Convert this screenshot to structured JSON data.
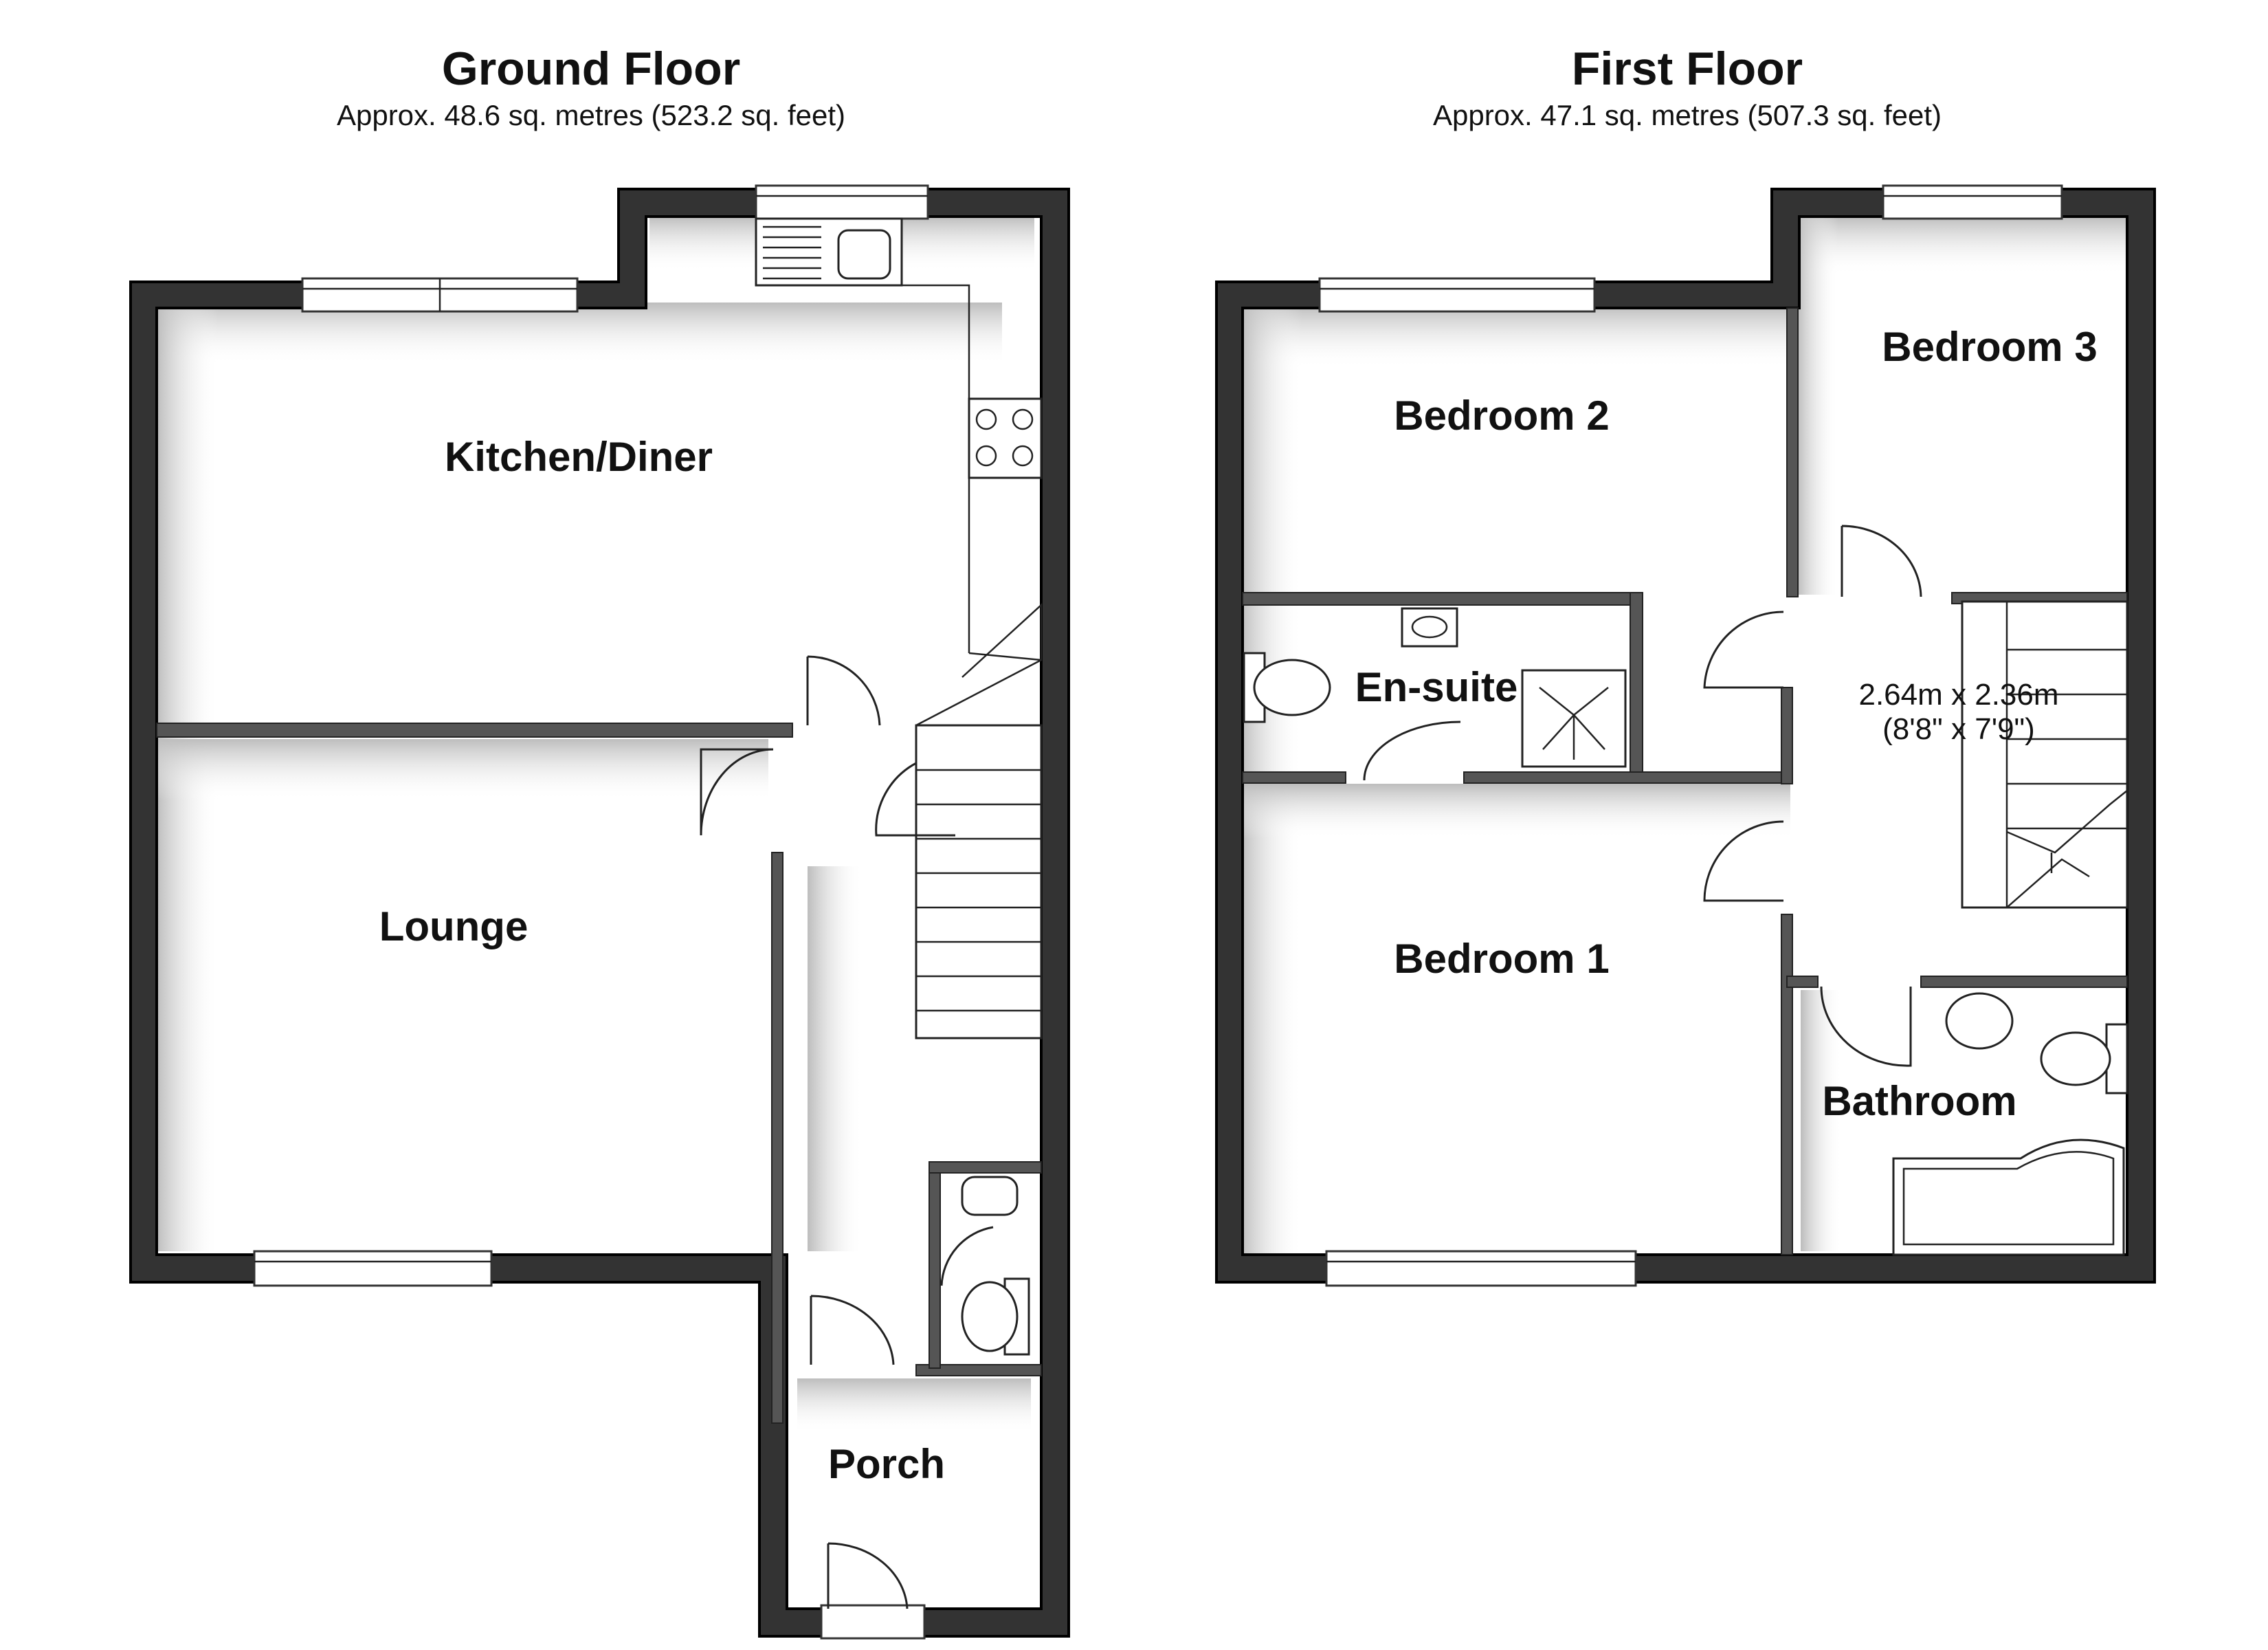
{
  "ground_floor": {
    "title": "Ground Floor",
    "area": "Approx. 48.6 sq. metres (523.2 sq. feet)",
    "rooms": {
      "kitchen": "Kitchen/Diner",
      "lounge": "Lounge",
      "porch": "Porch"
    }
  },
  "first_floor": {
    "title": "First Floor",
    "area": "Approx. 47.1 sq. metres (507.3 sq. feet)",
    "rooms": {
      "bedroom1": "Bedroom 1",
      "bedroom2": "Bedroom 2",
      "bedroom3": "Bedroom 3",
      "ensuite": "En-suite",
      "bathroom": "Bathroom",
      "landing_dim_metric": "2.64m x 2.36m",
      "landing_dim_imperial": "(8'8\" x 7'9\")"
    }
  },
  "colors": {
    "wall": "#333333",
    "background": "#ffffff"
  }
}
